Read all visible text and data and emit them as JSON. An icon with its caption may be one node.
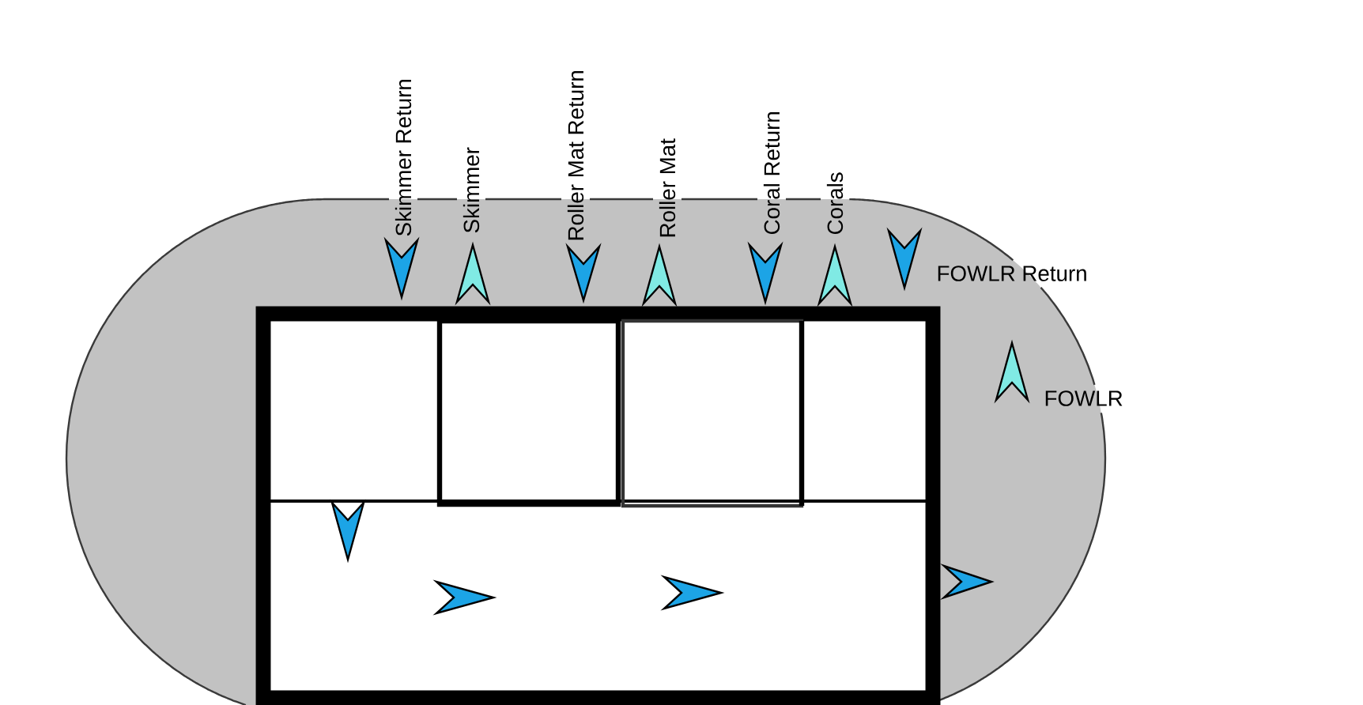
{
  "diagram": {
    "labels": [
      "Skimmer Return",
      "Skimmer",
      "Roller Mat Return",
      "Roller Mat",
      "Coral Return",
      "Corals",
      "FOWLR Return",
      "FOWLR"
    ]
  }
}
